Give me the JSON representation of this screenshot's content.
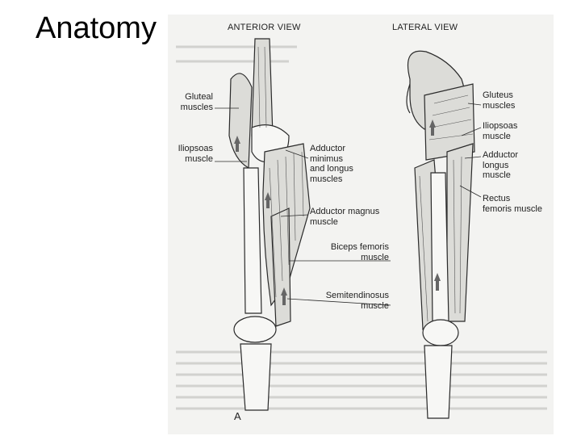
{
  "slide": {
    "title": "Anatomy"
  },
  "figure": {
    "anterior_title": "ANTERIOR VIEW",
    "lateral_title": "LATERAL VIEW",
    "panel_letter": "A",
    "anterior_labels": {
      "gluteal": "Gluteal\nmuscles",
      "iliopsoas": "Iliopsoas\nmuscle",
      "adductor_minimus": "Adductor\nminimus\nand longus\nmuscles",
      "adductor_magnus": "Adductor magnus\nmuscle",
      "biceps_femoris": "Biceps femoris\nmuscle",
      "semitendinosus": "Semitendinosus\nmuscle"
    },
    "lateral_labels": {
      "gluteus": "Gluteus\nmuscles",
      "iliopsoas": "Iliopsoas\nmuscle",
      "adductor_longus": "Adductor\nlongus\nmuscle",
      "rectus_femoris": "Rectus\nfemoris muscle"
    },
    "colors": {
      "ink": "#2a2a2a",
      "paper": "#f3f3f1",
      "muscle": "#dcdcd8",
      "bone": "#f7f7f5"
    }
  }
}
